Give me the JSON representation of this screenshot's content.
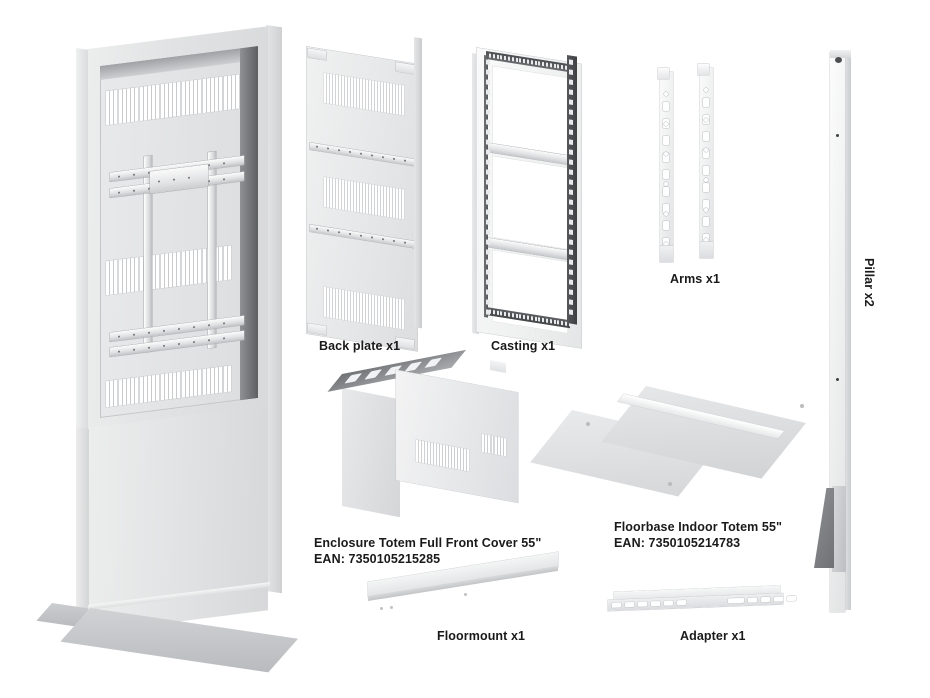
{
  "page": {
    "title": "Totem display enclosure — parts overview",
    "background_color": "#ffffff",
    "body_color": "#dcdddf",
    "dark_accent_color": "#4a4c4f"
  },
  "parts": [
    {
      "id": "totem-assembly",
      "label": "",
      "ean": "",
      "quantity": ""
    },
    {
      "id": "back-plate",
      "label": "Back plate x1",
      "quantity": "x1"
    },
    {
      "id": "casting",
      "label": "Casting x1",
      "quantity": "x1"
    },
    {
      "id": "arms",
      "label": "Arms x1",
      "quantity": "x1"
    },
    {
      "id": "pillar",
      "label": "Pillar x2",
      "quantity": "x2"
    },
    {
      "id": "enclosure-front-cover",
      "label": "Enclosure Totem Full Front Cover 55\"",
      "ean": "EAN: 7350105215285",
      "quantity": ""
    },
    {
      "id": "floorbase",
      "label": "Floorbase Indoor Totem 55\"",
      "ean": "EAN: 7350105214783",
      "quantity": ""
    },
    {
      "id": "floormount",
      "label": "Floormount x1",
      "quantity": "x1"
    },
    {
      "id": "adapter",
      "label": "Adapter x1",
      "quantity": "x1"
    }
  ],
  "labels": {
    "back_plate": "Back plate x1",
    "casting": "Casting x1",
    "arms": "Arms x1",
    "pillar": "Pillar x2",
    "cover_name": "Enclosure Totem Full Front Cover 55\"",
    "cover_ean": "EAN: 7350105215285",
    "floorbase_name": "Floorbase Indoor Totem 55\"",
    "floorbase_ean": "EAN: 7350105214783",
    "floormount": "Floormount x1",
    "adapter": "Adapter x1"
  }
}
